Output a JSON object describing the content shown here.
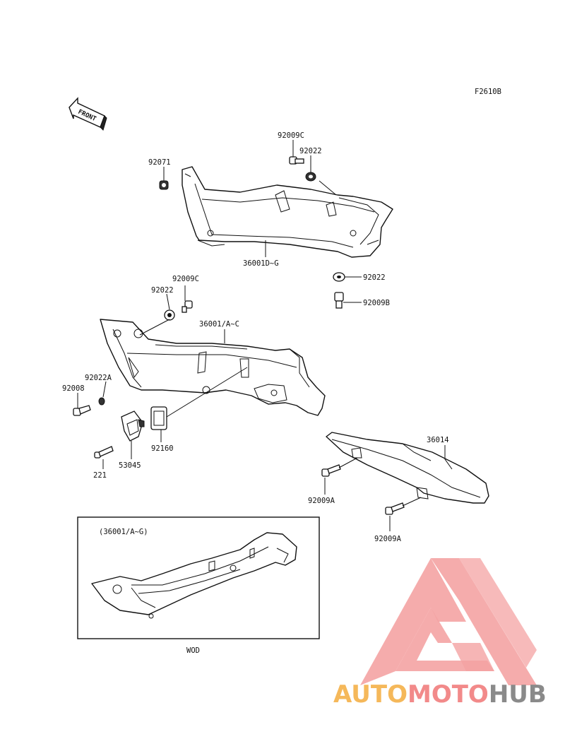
{
  "diagram": {
    "code": "F2610B",
    "front_label": "FRONT",
    "parts": {
      "screw_92071": "92071",
      "bolt_92009C_top": "92009C",
      "washer_92022_top": "92022",
      "cover_36001D_G": "36001D~G",
      "washer_92022_mid": "92022",
      "bolt_92009B": "92009B",
      "bolt_92009C_left": "92009C",
      "washer_92022_left": "92022",
      "cover_36001_A_C": "36001/A~C",
      "washer_92022A": "92022A",
      "bolt_92008": "92008",
      "damper_92160": "92160",
      "clip_53045": "53045",
      "screw_221": "221",
      "cover_36014": "36014",
      "bolt_92009A_1": "92009A",
      "bolt_92009A_2": "92009A"
    },
    "inset": {
      "caption": "(36001/A~G)",
      "note": "WOD"
    }
  },
  "watermark": {
    "auto": "AUTO",
    "moto": "MOTO",
    "hub": "HUB",
    "colors": {
      "auto": "#f5b85a",
      "moto": "#f28a8a",
      "hub": "#8a8a8a",
      "logo": "#f4a3a3"
    }
  }
}
